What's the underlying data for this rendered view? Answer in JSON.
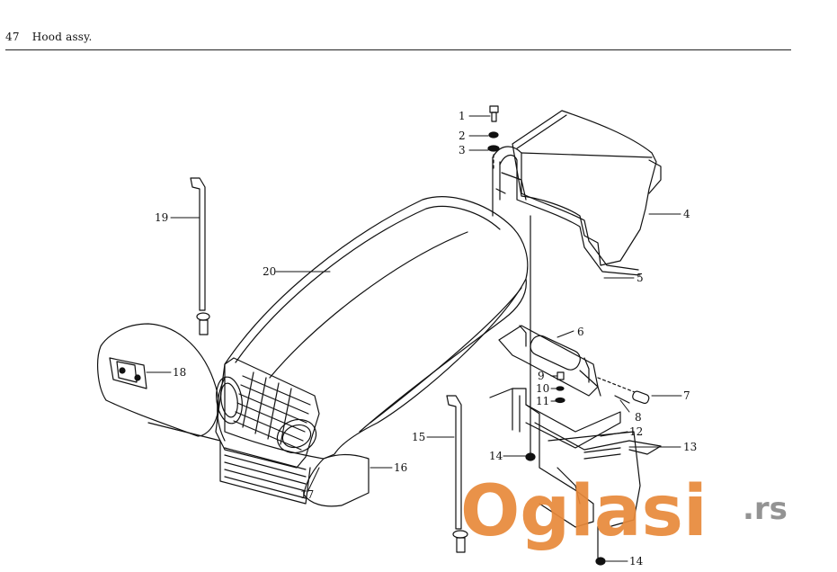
{
  "page": {
    "number": "47",
    "title": "Hood assy."
  },
  "callouts": [
    {
      "label": "1"
    },
    {
      "label": "2"
    },
    {
      "label": "3"
    },
    {
      "label": "4"
    },
    {
      "label": "5"
    },
    {
      "label": "6"
    },
    {
      "label": "7"
    },
    {
      "label": "8"
    },
    {
      "label": "9"
    },
    {
      "label": "10"
    },
    {
      "label": "11"
    },
    {
      "label": "12"
    },
    {
      "label": "13"
    },
    {
      "label": "14"
    },
    {
      "label": "14"
    },
    {
      "label": "15"
    },
    {
      "label": "16"
    },
    {
      "label": "17"
    },
    {
      "label": "18"
    },
    {
      "label": "19"
    },
    {
      "label": "20"
    }
  ],
  "watermark": {
    "brand": "Oglasi",
    "suffix": ".rs",
    "color": "#e8893a",
    "suffix_color": "#8a8a8a"
  }
}
